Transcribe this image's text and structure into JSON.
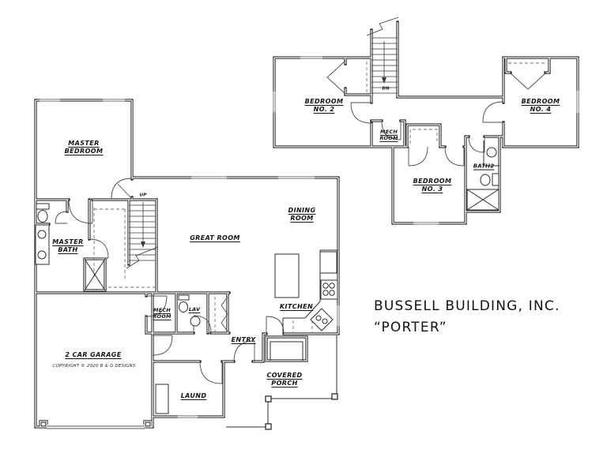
{
  "meta": {
    "background_color": "#ffffff",
    "line_color": "#1c1c1c",
    "window_color": "#8a8a8a"
  },
  "title_block": {
    "company": "BUSSELL BUILDING, INC.",
    "plan_name": "“PORTER”"
  },
  "main_floor": {
    "rooms": {
      "master_bedroom": {
        "label": "MASTER\nBEDROOM"
      },
      "master_bath": {
        "label": "MASTER\nBATH"
      },
      "great_room": {
        "label": "GREAT ROOM"
      },
      "dining_room": {
        "label": "DINING\nROOM"
      },
      "kitchen": {
        "label": "KITCHEN"
      },
      "mech_room": {
        "label": "MECH\nROOM"
      },
      "lav": {
        "label": "LAV"
      },
      "entry": {
        "label": "ENTRY"
      },
      "garage": {
        "label": "2 CAR GARAGE"
      },
      "laundry": {
        "label": "LAUND"
      },
      "covered_porch": {
        "label": "COVERED\nPORCH"
      }
    },
    "stair_label": "UP",
    "copyright": "COPYRIGHT © 2020 B & G DESIGNS"
  },
  "upper_floor": {
    "rooms": {
      "bedroom_2": {
        "label": "BEDROOM\nNO. 2"
      },
      "bedroom_3": {
        "label": "BEDROOM\nNO. 3"
      },
      "bedroom_4": {
        "label": "BEDROOM\nNO. 4"
      },
      "bath_2": {
        "label": "BATH2"
      },
      "mech_room": {
        "label": "MECH\nROOM"
      }
    },
    "stair_label": "DN"
  }
}
